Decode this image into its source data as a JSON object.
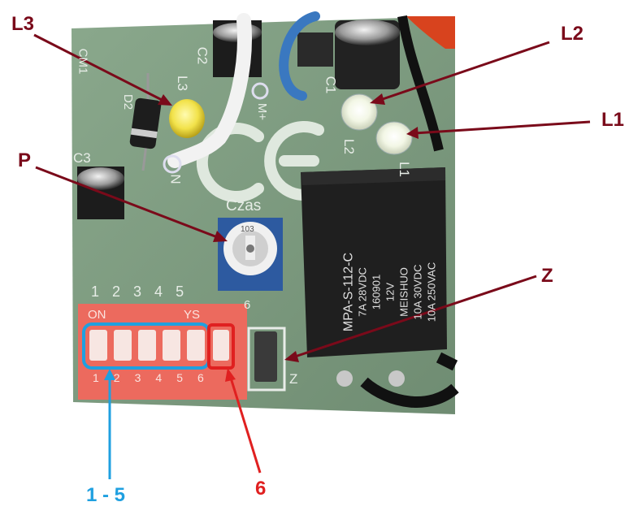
{
  "callouts": {
    "l3": "L3",
    "l2": "L2",
    "l1": "L1",
    "p": "P",
    "z": "Z",
    "six": "6",
    "range": "1 - 5"
  },
  "pcb": {
    "dip_numbers_top": [
      "1",
      "2",
      "3",
      "4",
      "5"
    ],
    "dip_numbers_bottom": [
      "1",
      "2",
      "3",
      "4",
      "5",
      "6"
    ],
    "dip_on": "ON",
    "dip_brand": "YS",
    "czas": "Czas",
    "pot_value": "103",
    "relay_brand": "MEISHUO",
    "relay_model": "MPA-S-112-C",
    "relay_coil": "12V",
    "relay_code": "160901",
    "relay_rating_1": "7A 28VDC",
    "relay_rating_2": "10A 30VDC",
    "relay_rating_3": "10A 250VAC",
    "ce_mark": "CE",
    "silk_c2": "C2",
    "silk_c1": "C1",
    "silk_l3": "L3",
    "silk_l2": "L2",
    "silk_l1": "L1",
    "silk_d2": "D2",
    "silk_c3": "C3",
    "silk_z": "Z",
    "silk_6": "6",
    "silk_cm1": "CM1",
    "silk_n": "N",
    "silk_m": "M+"
  },
  "colors": {
    "annotation": "#7a0a1a",
    "blue_box": "#1fa0e0",
    "red_box": "#e02020",
    "pcb_green": "#7f9c80",
    "dip_red": "#ec6a5e"
  }
}
